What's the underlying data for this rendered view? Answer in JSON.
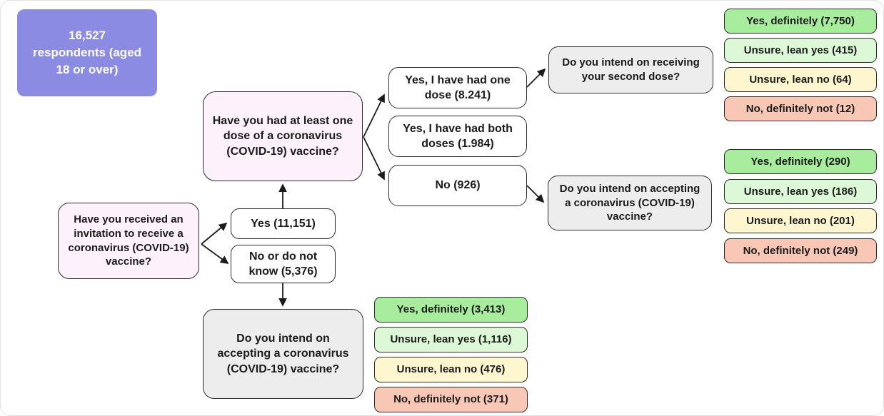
{
  "diagram": {
    "respondents": "16,527\nrespondents (aged\n18 or over)",
    "q_invitation": "Have you received an invitation to receive a coronavirus (COVID-19) vaccine?",
    "a_invitation_yes": "Yes (11,151)",
    "a_invitation_no": "No or do not know (5,376)",
    "q_dose": "Have you had at least one dose of a coronavirus (COVID-19) vaccine?",
    "a_dose_one": "Yes, I have had one dose (8.241)",
    "a_dose_both": "Yes, I have had both doses (1.984)",
    "a_dose_no": "No (926)",
    "q_second_dose": "Do you intend on receiving your second dose?",
    "q_accept_no_dose": "Do you intend on accepting a coronavirus (COVID-19) vaccine?",
    "q_accept_no_invite": "Do you intend on accepting a coronavirus (COVID-19) vaccine?",
    "outcomes_second_dose": [
      "Yes, definitely (7,750)",
      "Unsure, lean yes (415)",
      "Unsure, lean no (64)",
      "No, definitely not (12)"
    ],
    "outcomes_no_dose": [
      "Yes, definitely (290)",
      "Unsure, lean yes (186)",
      "Unsure, lean no (201)",
      "No, definitely not (249)"
    ],
    "outcomes_no_invite": [
      "Yes, definitely (3,413)",
      "Unsure, lean yes (1,116)",
      "Unsure, lean no (476)",
      "No, definitely not (371)"
    ],
    "edges": [
      {
        "from": "q_invitation",
        "to": "a_invitation_yes"
      },
      {
        "from": "q_invitation",
        "to": "a_invitation_no"
      },
      {
        "from": "a_invitation_yes",
        "to": "q_dose"
      },
      {
        "from": "q_dose",
        "to": "a_dose_one"
      },
      {
        "from": "q_dose",
        "to": "a_dose_no"
      },
      {
        "from": "a_dose_one",
        "to": "q_second_dose"
      },
      {
        "from": "a_dose_no",
        "to": "q_accept_no_dose"
      },
      {
        "from": "a_invitation_no",
        "to": "q_accept_no_invite"
      }
    ]
  },
  "colors": {
    "root_purple": "#8b8be4",
    "question_pink": "#fdf1fb",
    "question_gray": "#ededed",
    "answer_white": "#ffffff",
    "outcome_yes_green": "#a8ec9e",
    "outcome_lean_yes_green": "#dcf8d7",
    "outcome_lean_no_yellow": "#fdf6cf",
    "outcome_no_salmon": "#f9c7b6",
    "line_color": "#1b1b1b"
  }
}
